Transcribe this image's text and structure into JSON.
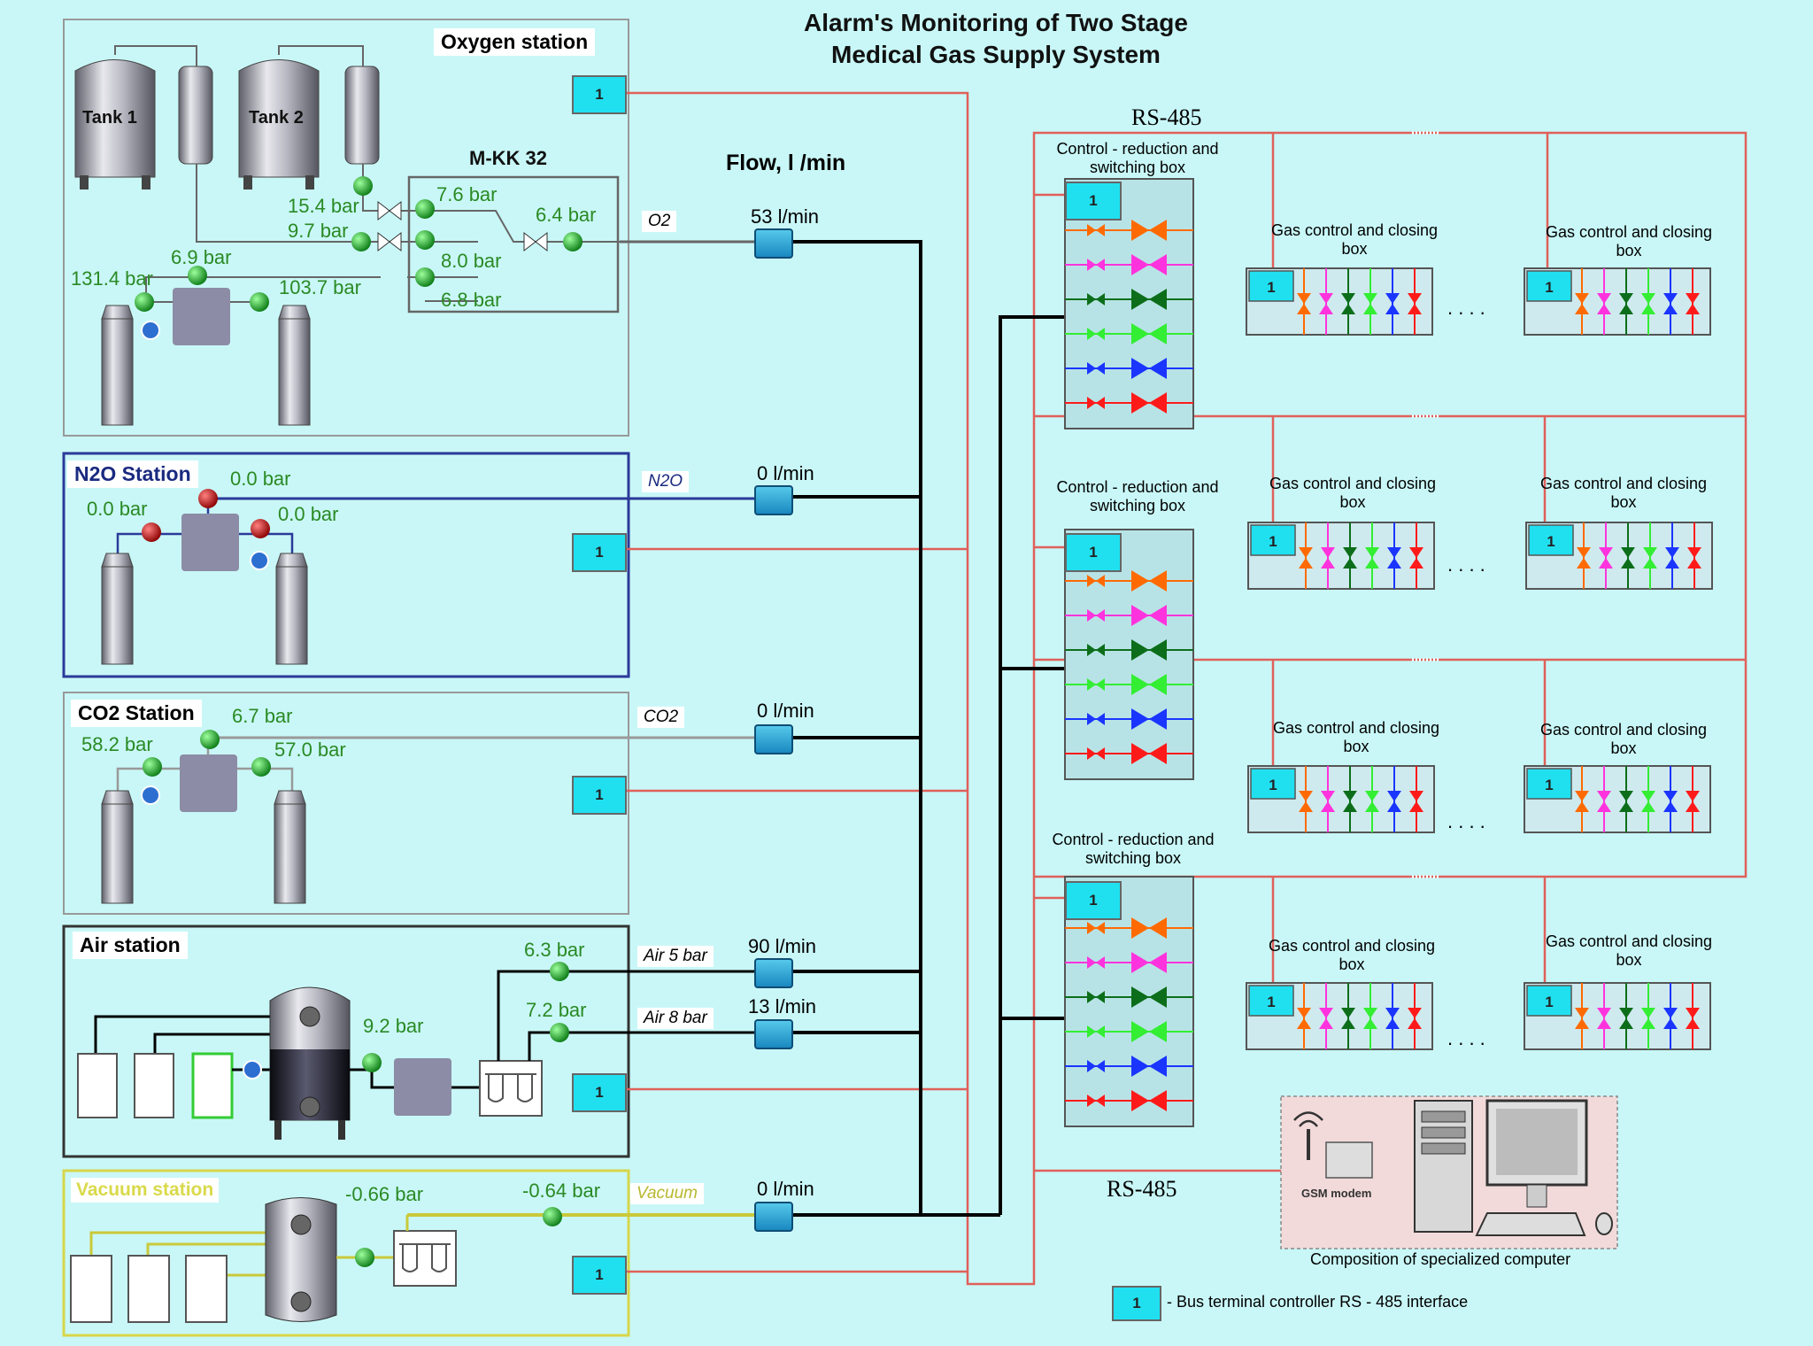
{
  "title_line1": "Alarm's Monitoring of Two Stage",
  "title_line2": "Medical Gas Supply System",
  "flow_header": "Flow, l /min",
  "rs485_top": "RS-485",
  "rs485_bottom": "RS-485",
  "terminal_label": "1",
  "legend_text": "- Bus terminal controller RS - 485 interface",
  "oxygen": {
    "header": "Oxygen station",
    "tank1": "Tank 1",
    "tank2": "Tank 2",
    "mkk": "M-KK 32",
    "p_15_4": "15.4  bar",
    "p_9_7": "9.7  bar",
    "p_7_6": "7.6  bar",
    "p_8_0": "8.0  bar",
    "p_6_8": "6.8  bar",
    "p_6_4": "6.4  bar",
    "p_6_9": "6.9  bar",
    "p_131_4": "131.4  bar",
    "p_103_7": "103.7  bar",
    "gas": "O2",
    "flow": "53  l/min"
  },
  "n2o": {
    "header": "N2O Station",
    "p_top": "0.0  bar",
    "p_left": "0.0  bar",
    "p_right": "0.0  bar",
    "gas": "N2O",
    "flow": "0  l/min"
  },
  "co2": {
    "header": "CO2 Station",
    "p_top": "6.7  bar",
    "p_left": "58.2  bar",
    "p_right": "57.0  bar",
    "gas": "CO2",
    "flow": "0  l/min"
  },
  "air": {
    "header": "Air station",
    "p_6_3": "6.3  bar",
    "p_7_2": "7.2  bar",
    "p_9_2": "9.2  bar",
    "gas1": "Air 5 bar",
    "gas2": "Air 8 bar",
    "flow1": "90  l/min",
    "flow2": "13  l/min"
  },
  "vacuum": {
    "header": "Vacuum station",
    "p_left": "-0.66  bar",
    "p_right": "-0.64  bar",
    "gas": "Vacuum",
    "flow": "0  l/min"
  },
  "control_box_label": "Control - reduction and switching box",
  "gas_box_label": "Gas control and closing box",
  "dots": ". . . .",
  "computer_caption": "Composition of specialized computer",
  "gsm_label": "GSM modem",
  "colors": {
    "background": "#c9f7f7",
    "bus_red": "#e0605a",
    "terminal": "#20e0f0",
    "pressure_green": "#2a8a24",
    "valve_colors": [
      "#ff6a00",
      "#ff33dd",
      "#0c6e1a",
      "#33ee33",
      "#1a35ff",
      "#ff1a1a"
    ]
  }
}
